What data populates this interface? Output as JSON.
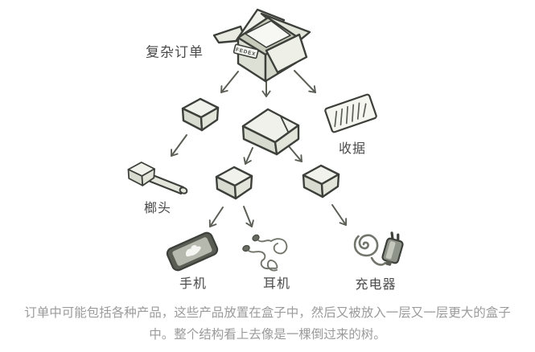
{
  "diagram": {
    "root_label": "复杂订单",
    "box_brand": "FEDEX",
    "nodes": {
      "receipt": "收据",
      "hammer": "榔头",
      "phone": "手机",
      "earbuds": "耳机",
      "charger": "充电器"
    },
    "edges": [
      [
        "order-box",
        "small-box"
      ],
      [
        "order-box",
        "medium-box"
      ],
      [
        "order-box",
        "receipt"
      ],
      [
        "small-box",
        "hammer"
      ],
      [
        "medium-box",
        "inner-box-1"
      ],
      [
        "medium-box",
        "inner-box-2"
      ],
      [
        "inner-box-1",
        "phone"
      ],
      [
        "inner-box-1",
        "earbuds"
      ],
      [
        "inner-box-2",
        "charger"
      ]
    ],
    "colors": {
      "outline": "#3d403a",
      "arrow": "#5a5e55",
      "box_top": "#f1f2ec",
      "box_left": "#d8dbcf",
      "box_right": "#e3e5db",
      "label_text": "#4b4b4b",
      "caption_text": "#9b9b9b"
    }
  },
  "caption": "订单中可能包括各种产品，这些产品放置在盒子中，然后又被放入一层又一层更大的盒子中。整个结构看上去像是一棵倒过来的树。"
}
